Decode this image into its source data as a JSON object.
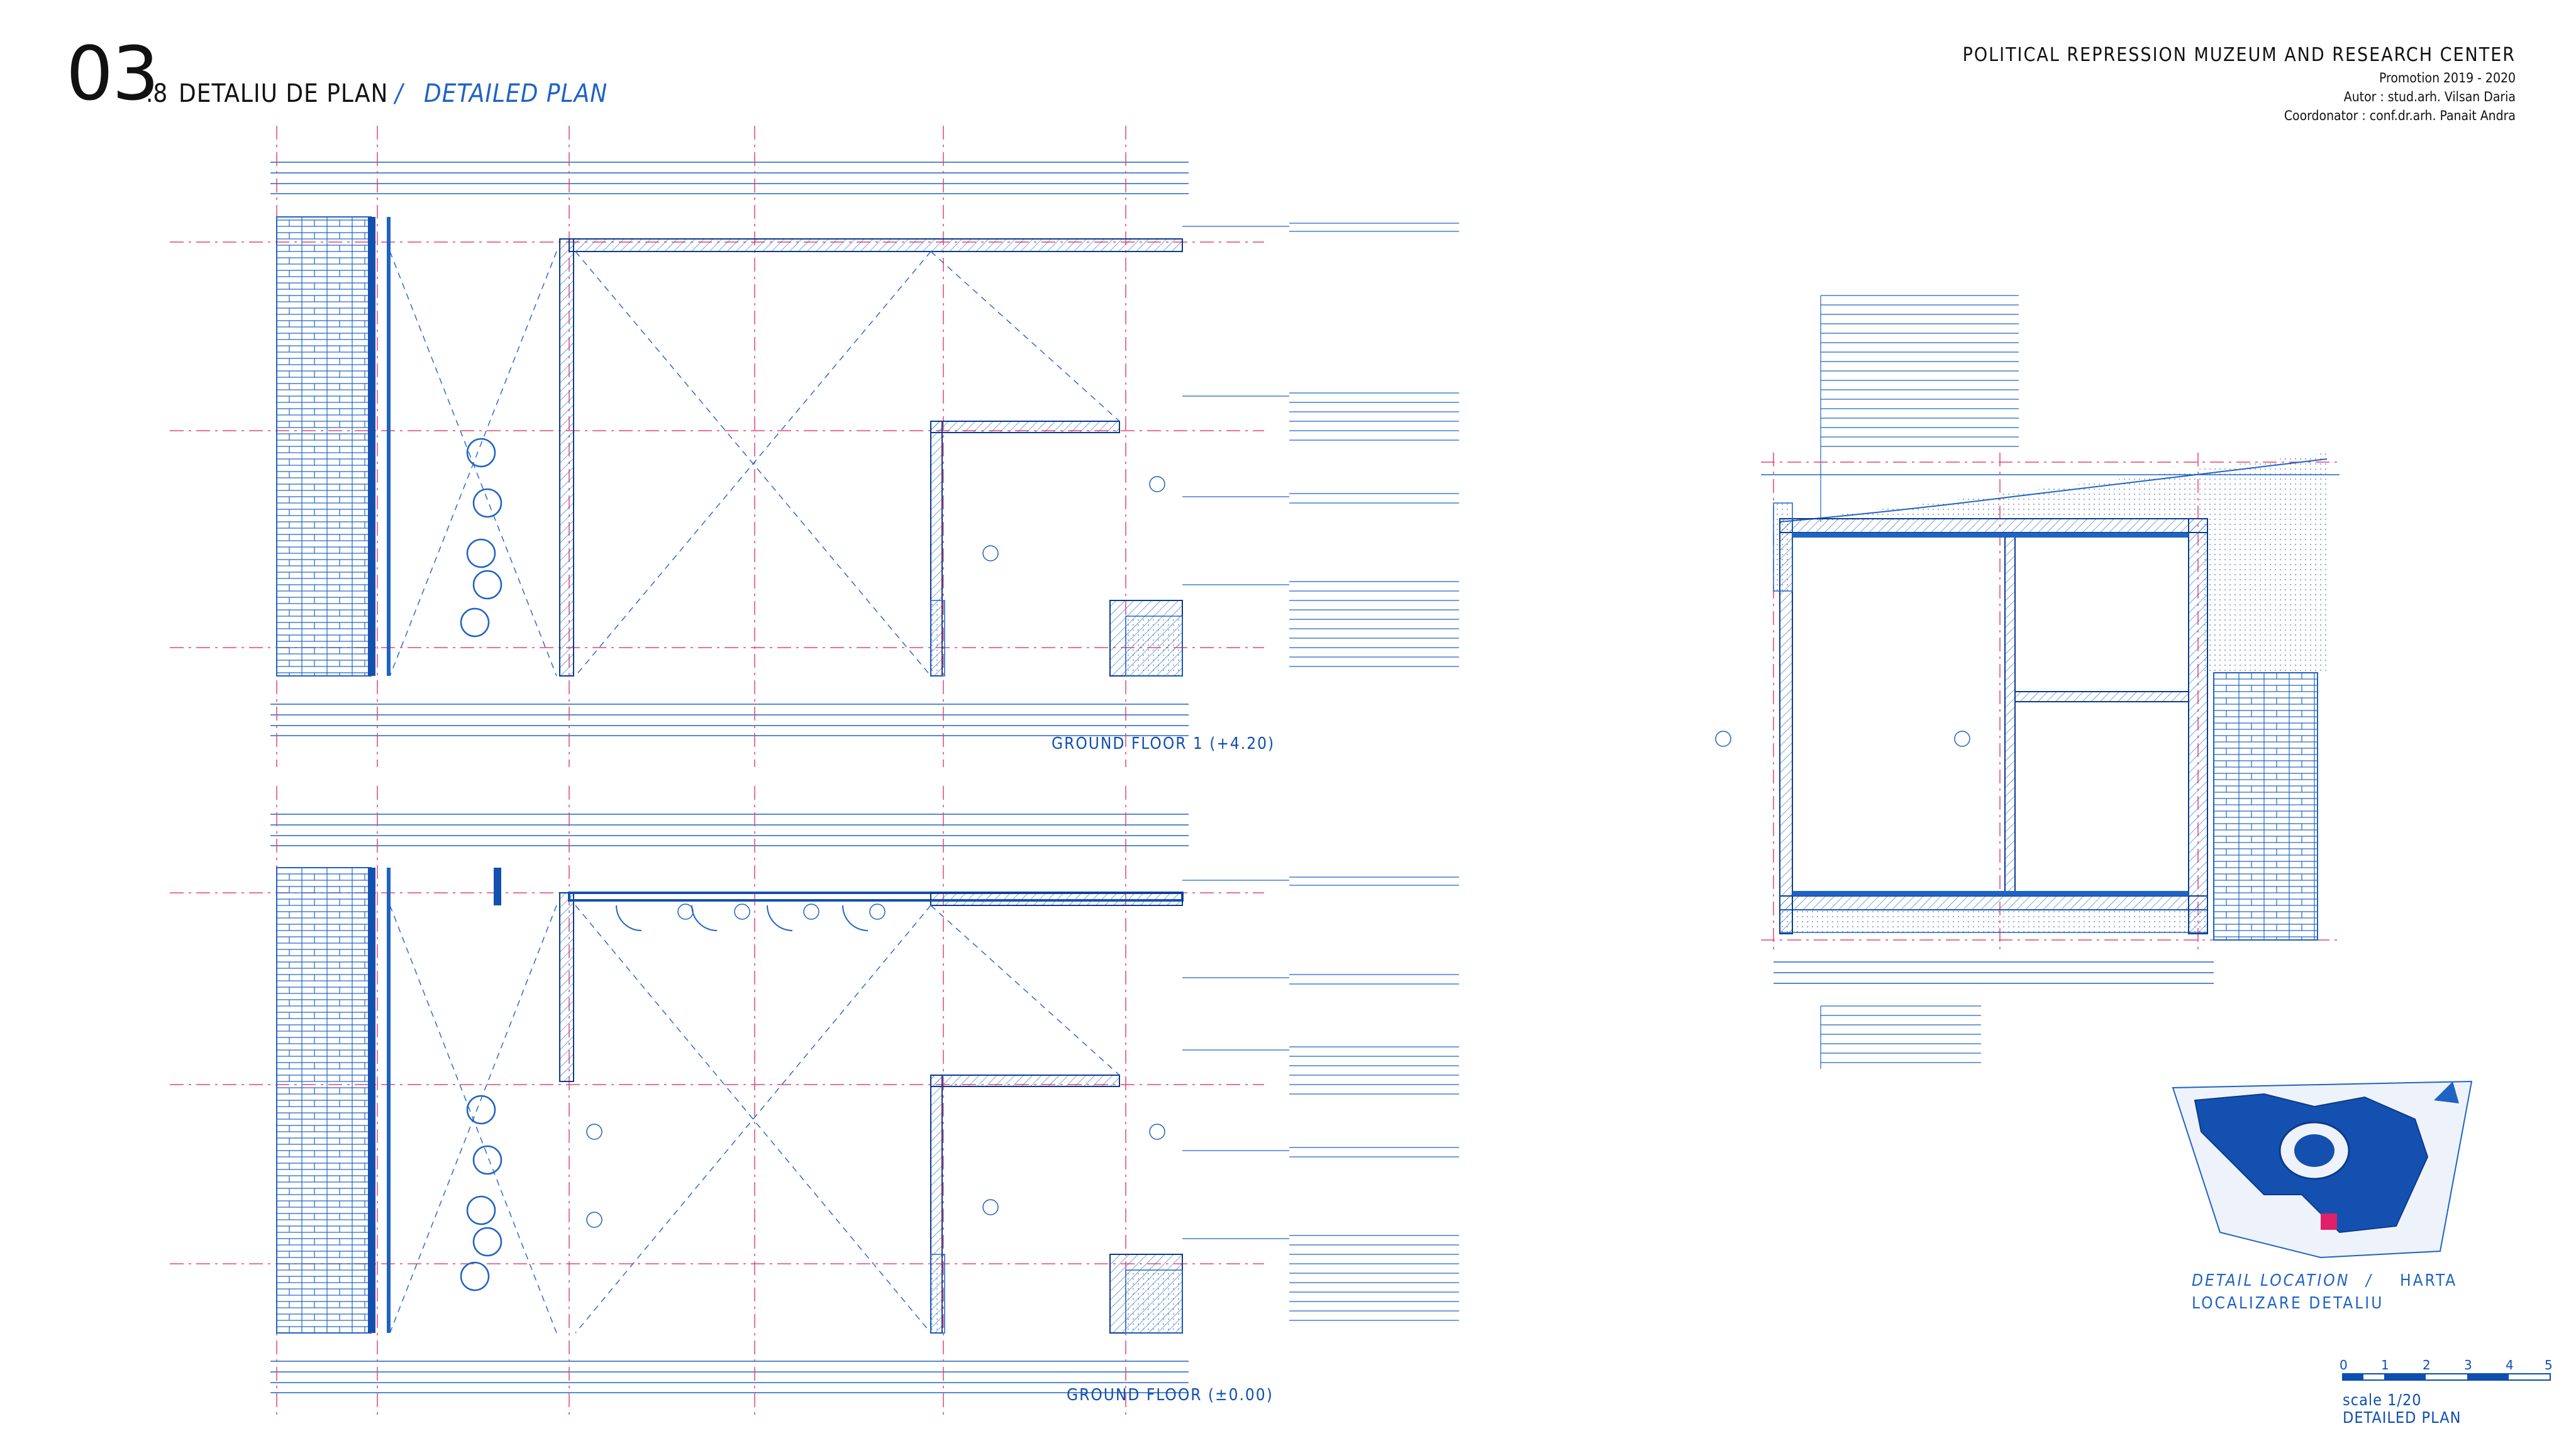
{
  "header": {
    "sheet_number": "03",
    "sheet_sub": ".8",
    "title_ro": "DETALIU DE PLAN",
    "separator": "/",
    "title_en": "DETAILED PLAN"
  },
  "project": {
    "title": "POLITICAL REPRESSION MUZEUM AND RESEARCH CENTER",
    "promotion": "Promotion 2019 - 2020",
    "author": "Autor : stud.arh. Vilsan Daria",
    "coordinator": "Coordonator : conf.dr.arh. Panait Andra"
  },
  "plans": {
    "upper_label": "GROUND FLOOR 1 (+4.20)",
    "lower_label": "GROUND FLOOR (±0.00)"
  },
  "location": {
    "label_en": "DETAIL  LOCATION",
    "separator": "/",
    "label_ro_1": "HARTA",
    "label_ro_2": "LOCALIZARE DETALIU"
  },
  "scale": {
    "ticks": [
      "0",
      "1",
      "2",
      "3",
      "4",
      "5"
    ],
    "text": "scale 1/20",
    "caption": "DETAILED PLAN"
  },
  "colors": {
    "line_blue": "#1f63c4",
    "dark_blue": "#0b3a8a",
    "axis_red": "#e0457a",
    "marker_red": "#e0206a"
  },
  "icons": [
    "north-arrow-icon"
  ]
}
